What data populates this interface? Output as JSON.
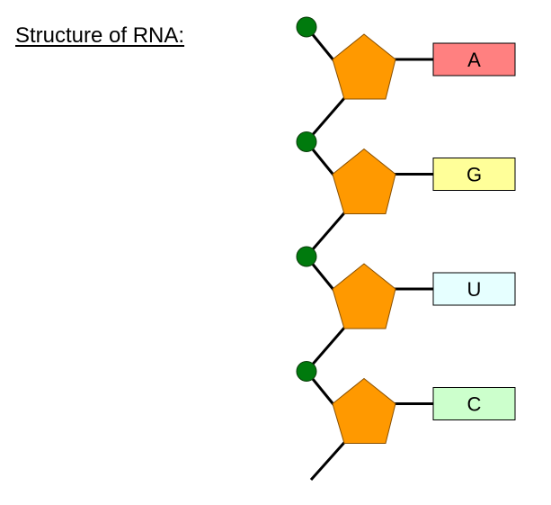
{
  "title": "Structure of RNA:",
  "nucleotides": [
    {
      "base": "A",
      "color": "#FF8080"
    },
    {
      "base": "G",
      "color": "#FFFF99"
    },
    {
      "base": "U",
      "color": "#E6FFFF"
    },
    {
      "base": "C",
      "color": "#CCFFCC"
    }
  ],
  "colors": {
    "phosphate": "#007A0D",
    "sugar": "#FF9900",
    "sugar_outline": "#8A5000",
    "bond": "#000000"
  }
}
